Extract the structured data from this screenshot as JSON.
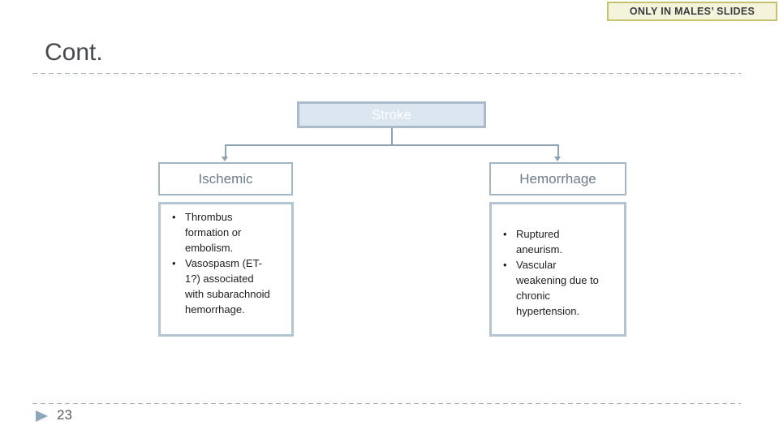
{
  "colors": {
    "accent-blue-fill": "#dce6f0",
    "accent-blue-border": "#a9bbcb",
    "box-border": "#b2c5d2",
    "header-border": "#a3b6c5",
    "header-text": "#6e7d89",
    "connector": "#8da2b2",
    "banner-bg": "#f4f4dd",
    "banner-border": "#c5c36e",
    "title-text": "#45484e",
    "body-text": "#1c1d1f",
    "dash-line": "#a9aeb2",
    "page-marker": "#8ca6ba"
  },
  "banner": {
    "label": "ONLY IN MALES’ SLIDES"
  },
  "header": {
    "title": "Cont."
  },
  "flowchart": {
    "root_label": "Stroke",
    "branches": [
      {
        "label": "Ischemic",
        "bullets": [
          "Thrombus formation or embolism.",
          "Vasospasm (ET-1?) associated with subarachnoid hemorrhage."
        ]
      },
      {
        "label": "Hemorrhage",
        "bullets": [
          "Ruptured aneurism.",
          "Vascular weakening due to chronic hypertension."
        ]
      }
    ]
  },
  "footer": {
    "page_number": "23"
  }
}
